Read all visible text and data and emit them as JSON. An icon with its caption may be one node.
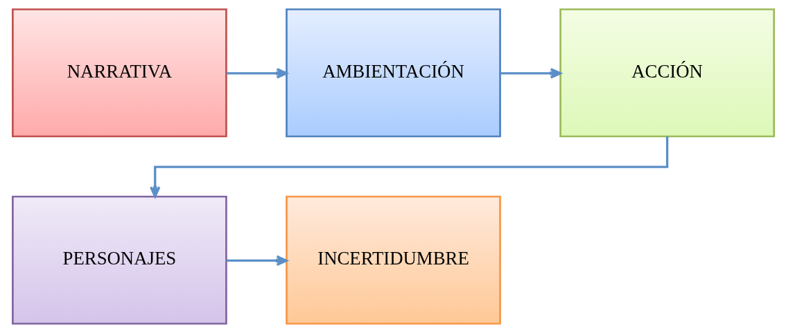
{
  "diagram": {
    "nodes": [
      {
        "text": [
          "NARRATIVA"
        ]
      },
      {
        "text": [
          "AMBIENTACIÓN"
        ]
      },
      {
        "text": [
          "ACCIÓN"
        ]
      },
      {
        "text": [
          "PERSONAJES"
        ]
      },
      {
        "text": [
          "INCERTIDUMBRE"
        ]
      }
    ],
    "edges": [
      {
        "from": 0,
        "to": 1,
        "arrow": "to"
      },
      {
        "from": 1,
        "to": 2,
        "arrow": "to"
      },
      {
        "from": 2,
        "to": 3,
        "arrow": "to"
      },
      {
        "from": 3,
        "to": 4,
        "arrow": "to"
      }
    ]
  }
}
